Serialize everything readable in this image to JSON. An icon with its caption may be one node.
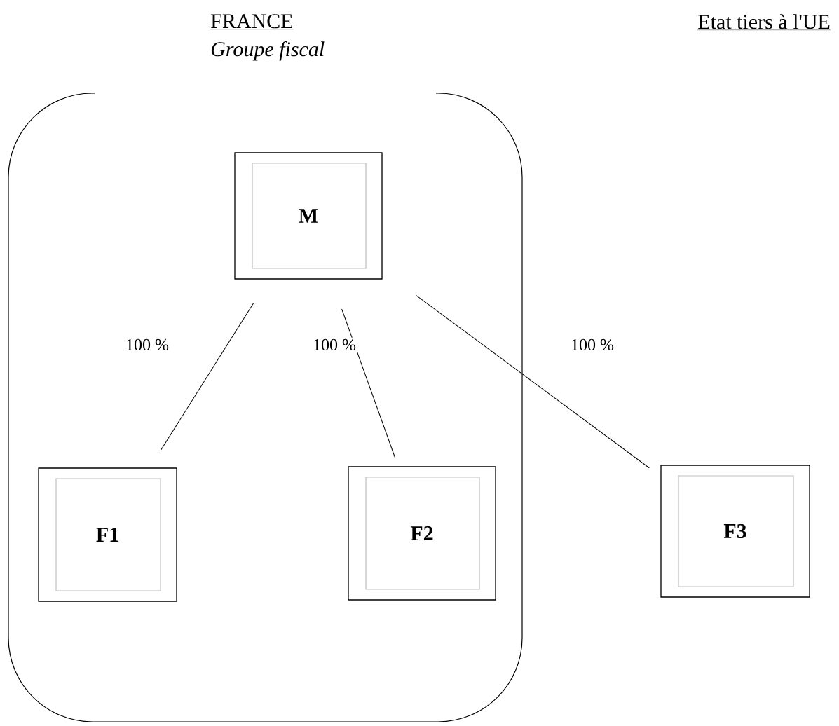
{
  "diagram": {
    "nodes": [
      {
        "text": [
          "FRANCE",
          "Groupe fiscal"
        ]
      },
      {
        "text": [
          "M"
        ],
        "in": 0
      },
      {
        "text": [
          "F1"
        ],
        "in": 0
      },
      {
        "text": [
          "F2"
        ],
        "in": 0
      },
      {
        "text": [
          "F3"
        ]
      }
    ],
    "edges": [
      {
        "from": 1,
        "to": 2,
        "arrow": "none",
        "label": "100 %"
      },
      {
        "from": 1,
        "to": 3,
        "arrow": "none",
        "label": "100 %"
      },
      {
        "from": 1,
        "to": 4,
        "arrow": "none",
        "label": "100 %"
      }
    ],
    "labels": [
      "Etat tiers à l'UE"
    ]
  }
}
